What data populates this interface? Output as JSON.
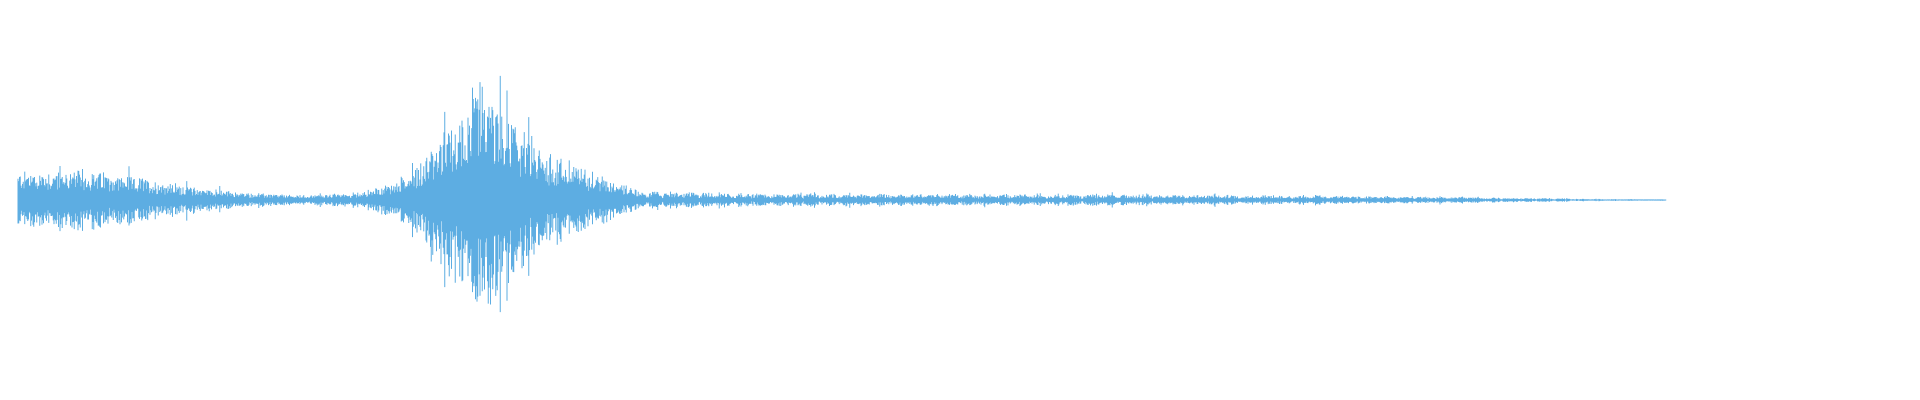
{
  "waveform": {
    "color": "#5dade2",
    "background": "#ffffff",
    "duration_fraction_with_signal": 0.87,
    "envelope": [
      {
        "t": 0.0,
        "amp": 0.24
      },
      {
        "t": 0.02,
        "amp": 0.26
      },
      {
        "t": 0.04,
        "amp": 0.25
      },
      {
        "t": 0.06,
        "amp": 0.2
      },
      {
        "t": 0.08,
        "amp": 0.15
      },
      {
        "t": 0.1,
        "amp": 0.1
      },
      {
        "t": 0.12,
        "amp": 0.06
      },
      {
        "t": 0.15,
        "amp": 0.04
      },
      {
        "t": 0.18,
        "amp": 0.06
      },
      {
        "t": 0.2,
        "amp": 0.15
      },
      {
        "t": 0.215,
        "amp": 0.35
      },
      {
        "t": 0.225,
        "amp": 0.55
      },
      {
        "t": 0.235,
        "amp": 0.75
      },
      {
        "t": 0.245,
        "amp": 1.0
      },
      {
        "t": 0.255,
        "amp": 0.85
      },
      {
        "t": 0.265,
        "amp": 0.65
      },
      {
        "t": 0.28,
        "amp": 0.4
      },
      {
        "t": 0.3,
        "amp": 0.28
      },
      {
        "t": 0.32,
        "amp": 0.15
      },
      {
        "t": 0.33,
        "amp": 0.08
      },
      {
        "t": 0.4,
        "amp": 0.06
      },
      {
        "t": 0.5,
        "amp": 0.055
      },
      {
        "t": 0.6,
        "amp": 0.05
      },
      {
        "t": 0.7,
        "amp": 0.04
      },
      {
        "t": 0.78,
        "amp": 0.025
      },
      {
        "t": 0.83,
        "amp": 0.012
      },
      {
        "t": 0.87,
        "amp": 0.004
      },
      {
        "t": 0.875,
        "amp": 0.0
      }
    ]
  }
}
